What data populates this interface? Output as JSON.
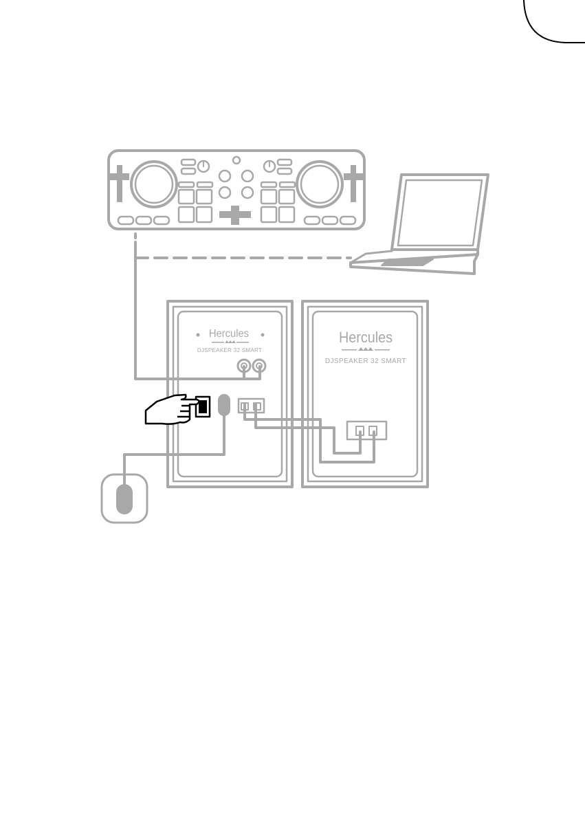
{
  "page": {
    "edge_color": "#000000"
  },
  "colors": {
    "line": "#a8a8a8",
    "fill": "#a8a8a8",
    "outline": "#9a9a9a",
    "ink": "#000000",
    "paper": "#ffffff"
  },
  "speaker_left": {
    "brand": "Hercules",
    "model": "DJSPEAKER 32 SMART"
  },
  "speaker_right": {
    "brand": "Hercules",
    "model": "DJSPEAKER 32 SMART"
  },
  "icons": [
    "dj-controller-icon",
    "laptop-icon",
    "hand-pointer-icon",
    "power-plug-icon",
    "power-switch-icon",
    "rca-input-icon",
    "speaker-terminal-icon"
  ]
}
